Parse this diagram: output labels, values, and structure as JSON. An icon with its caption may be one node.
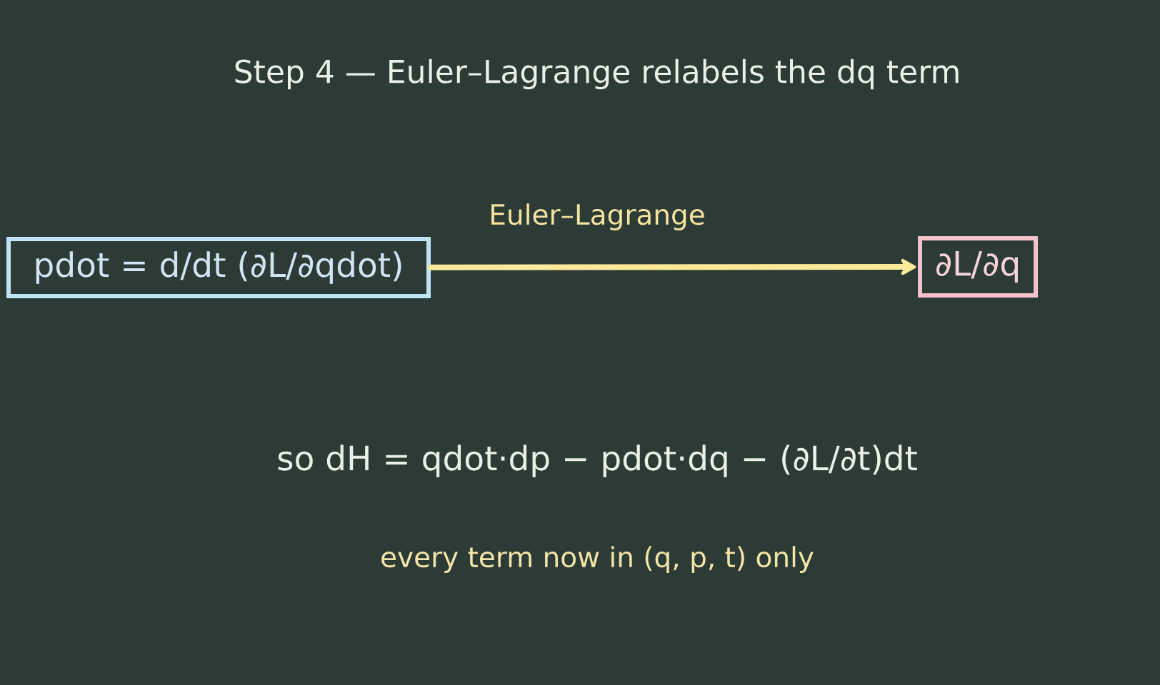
{
  "diagram": {
    "title": "Step 4 — Euler–Lagrange relabels the dq term",
    "nodes": [
      {
        "text": [
          "pdot = d/dt (∂L/∂qdot)"
        ]
      },
      {
        "text": [
          "∂L/∂q"
        ]
      }
    ],
    "edges": [
      {
        "from": 0,
        "to": 1,
        "arrow": "to",
        "label": "Euler–Lagrange"
      }
    ],
    "labels": [
      "so  dH = qdot·dp − pdot·dq − (∂L/∂t)dt",
      "every term now in (q, p, t) only"
    ]
  }
}
